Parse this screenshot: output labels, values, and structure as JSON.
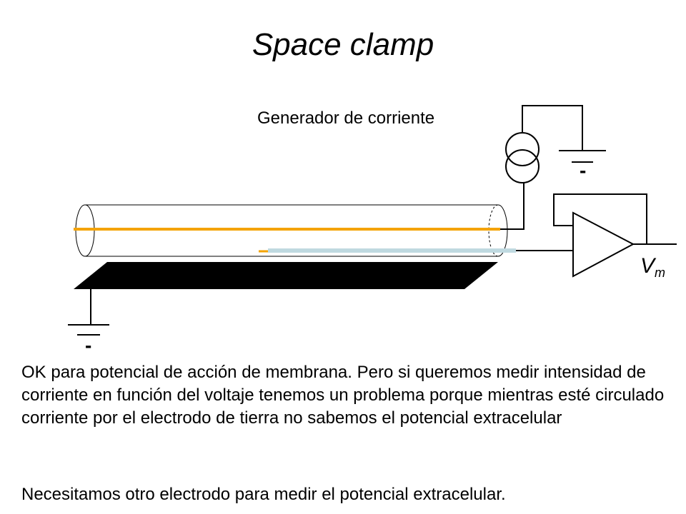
{
  "title": "Space clamp",
  "diagram": {
    "current_generator_label": "Generador de corriente",
    "ground_symbol": "-",
    "vm_symbol": "V",
    "vm_subscript": "m"
  },
  "colors": {
    "wire_orange": "#F4A300",
    "electrode_lightblue": "#BFD9E0",
    "line": "#000000"
  },
  "text": {
    "paragraph_1": "OK para potencial de acción de membrana. Pero si queremos medir intensidad de corriente en función del voltaje tenemos un problema porque mientras esté circulado corriente por el electrodo de tierra no sabemos el potencial extracelular",
    "paragraph_2": "Necesitamos otro electrodo para medir el potencial extracelular."
  }
}
